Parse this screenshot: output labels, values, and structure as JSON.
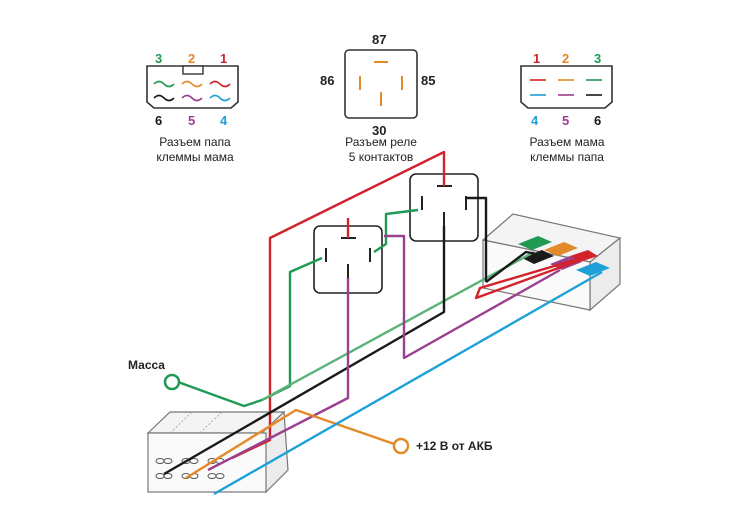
{
  "colors": {
    "red": "#d2232a",
    "orange": "#e38a2a",
    "green": "#1f9a55",
    "black": "#1a1a1a",
    "purple": "#9b3f8f",
    "blue": "#1ea1d6",
    "lightgreen": "#5bb37a",
    "outline": "#555555"
  },
  "connector_left": {
    "pins_top": [
      "3",
      "2",
      "1"
    ],
    "pins_bottom": [
      "6",
      "5",
      "4"
    ],
    "caption": [
      "Разъем папа",
      "клеммы мама"
    ]
  },
  "relay": {
    "pin_top": "87",
    "pin_left": "86",
    "pin_right": "85",
    "pin_bottom": "30",
    "caption": [
      "Разъем реле",
      "5 контактов"
    ]
  },
  "connector_right": {
    "pins_top": [
      "1",
      "2",
      "3"
    ],
    "pins_bottom": [
      "4",
      "5",
      "6"
    ],
    "caption": [
      "Разъем мама",
      "клеммы папа"
    ]
  },
  "labels": {
    "ground": "Масса",
    "battery": "+12 В от АКБ"
  }
}
